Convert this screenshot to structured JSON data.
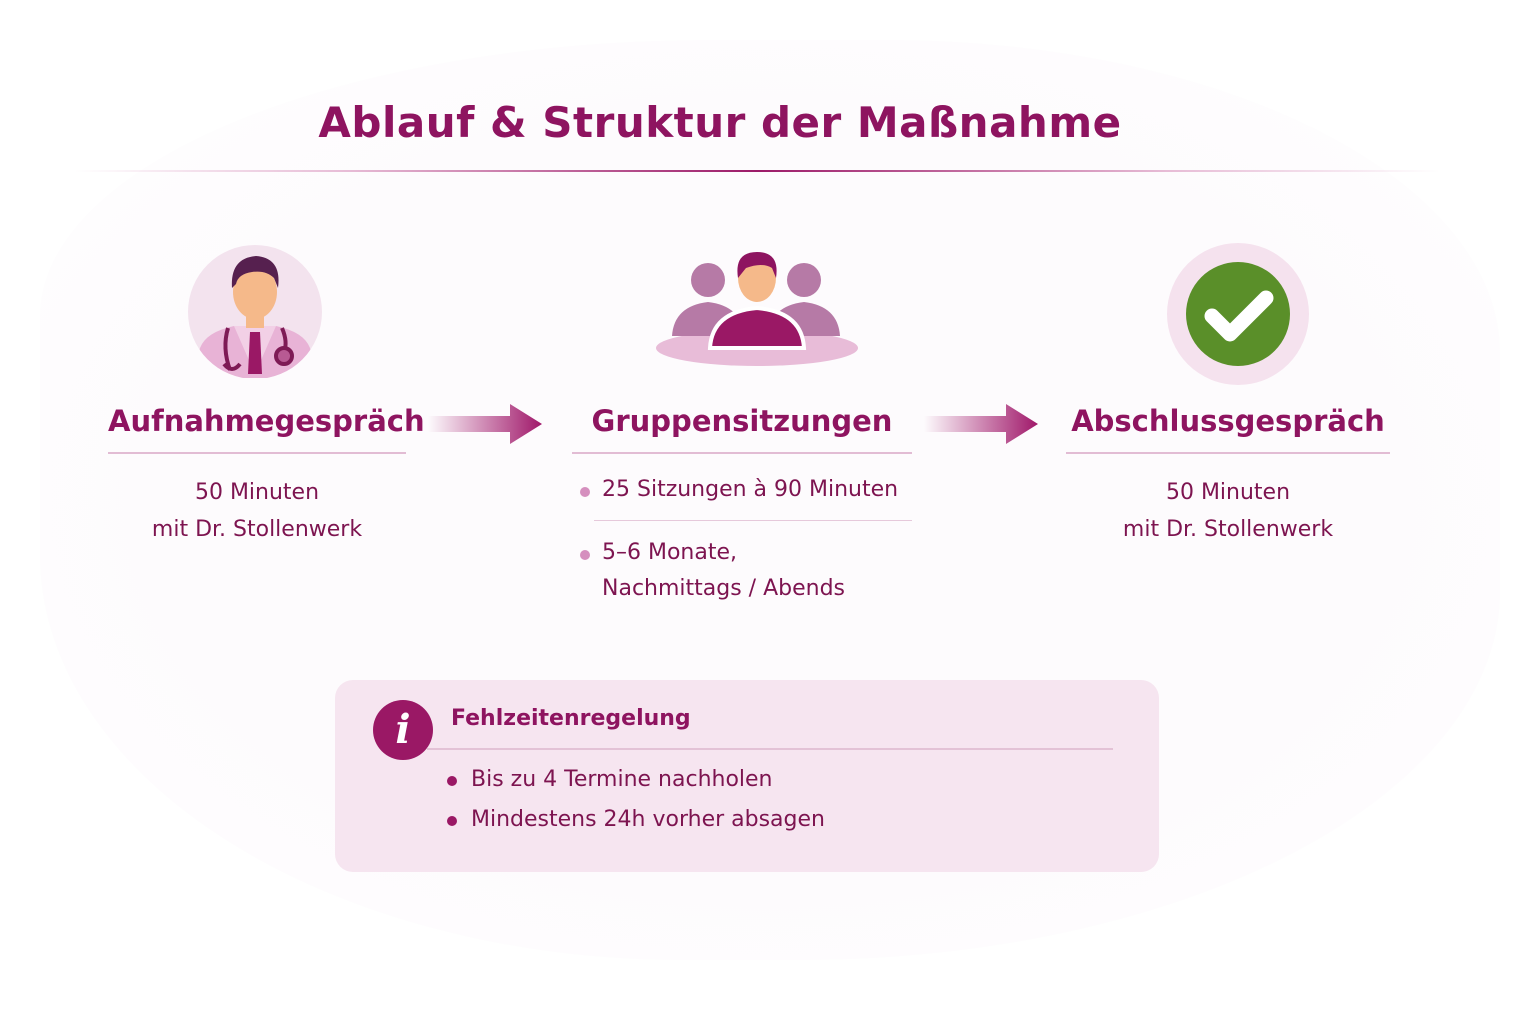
{
  "title": "Ablauf & Struktur der Maßnahme",
  "colors": {
    "primary": "#8e1460",
    "accent_light": "#f6e5f0",
    "check_green": "#5a8f29",
    "bullet_light": "#d58fbe"
  },
  "steps": [
    {
      "icon": "doctor-icon",
      "title": "Aufnahmegespräch",
      "desc_line1": "50 Minuten",
      "desc_line2": "mit Dr. Stollenwerk"
    },
    {
      "icon": "group-icon",
      "title": "Gruppensitzungen",
      "bullets": [
        "25 Sitzungen à 90 Minuten",
        "5–6 Monate,",
        "Nachmittags / Abends"
      ]
    },
    {
      "icon": "checkmark-icon",
      "title": "Abschlussgespräch",
      "desc_line1": "50 Minuten",
      "desc_line2": "mit Dr. Stollenwerk"
    }
  ],
  "info": {
    "icon": "info-icon",
    "icon_glyph": "i",
    "title": "Fehlzeitenregelung",
    "items": [
      "Bis zu 4 Termine nachholen",
      "Mindestens 24h vorher absagen"
    ]
  }
}
